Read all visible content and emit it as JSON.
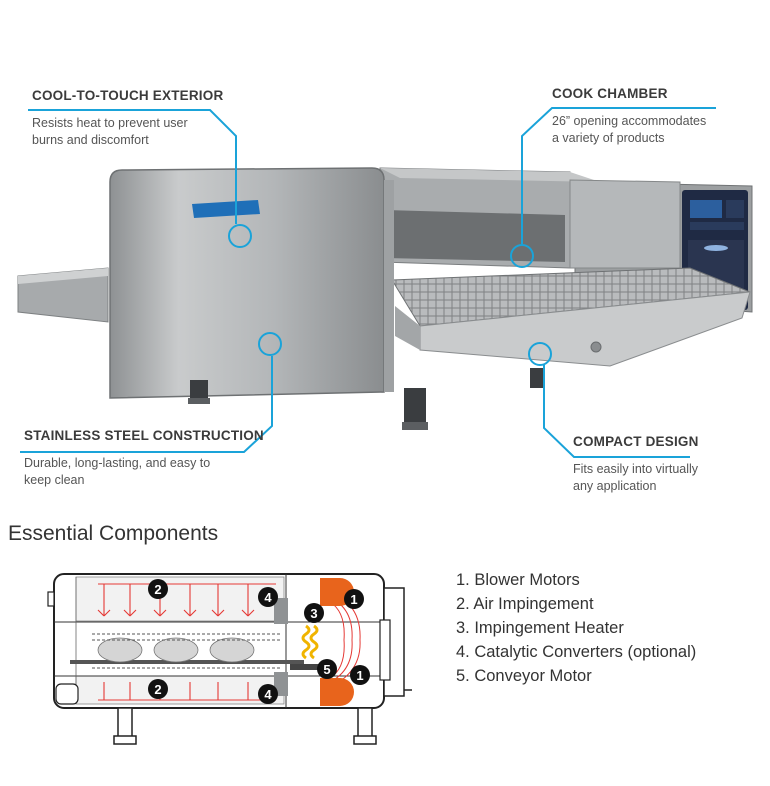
{
  "callouts": {
    "cool_touch": {
      "title": "COOL-TO-TOUCH EXTERIOR",
      "desc_line1": "Resists heat to prevent user",
      "desc_line2": "burns and discomfort"
    },
    "cook_chamber": {
      "title": "COOK CHAMBER",
      "desc_line1": "26” opening accommodates",
      "desc_line2": "a variety of products"
    },
    "stainless": {
      "title": "STAINLESS STEEL CONSTRUCTION",
      "desc_line1": "Durable, long-lasting, and easy to",
      "desc_line2": "keep clean"
    },
    "compact": {
      "title": "COMPACT DESIGN",
      "desc_line1": "Fits easily into virtually",
      "desc_line2": "any application"
    }
  },
  "section_title": "Essential Components",
  "components": [
    "1. Blower Motors",
    "2. Air Impingement",
    "3. Impingement Heater",
    "4. Catalytic Converters (optional)",
    "5. Conveyor Motor"
  ],
  "diagram_markers": {
    "m1": "1",
    "m2": "2",
    "m3": "3",
    "m4": "4",
    "m5": "5"
  },
  "colors": {
    "accent": "#1aa3d9",
    "marker": "#111111",
    "airflow": "#e53935",
    "heater": "#f0b400",
    "blower": "#e8641c"
  },
  "icons": {
    "oven": "oven-illustration",
    "schematic": "oven-cross-section"
  }
}
